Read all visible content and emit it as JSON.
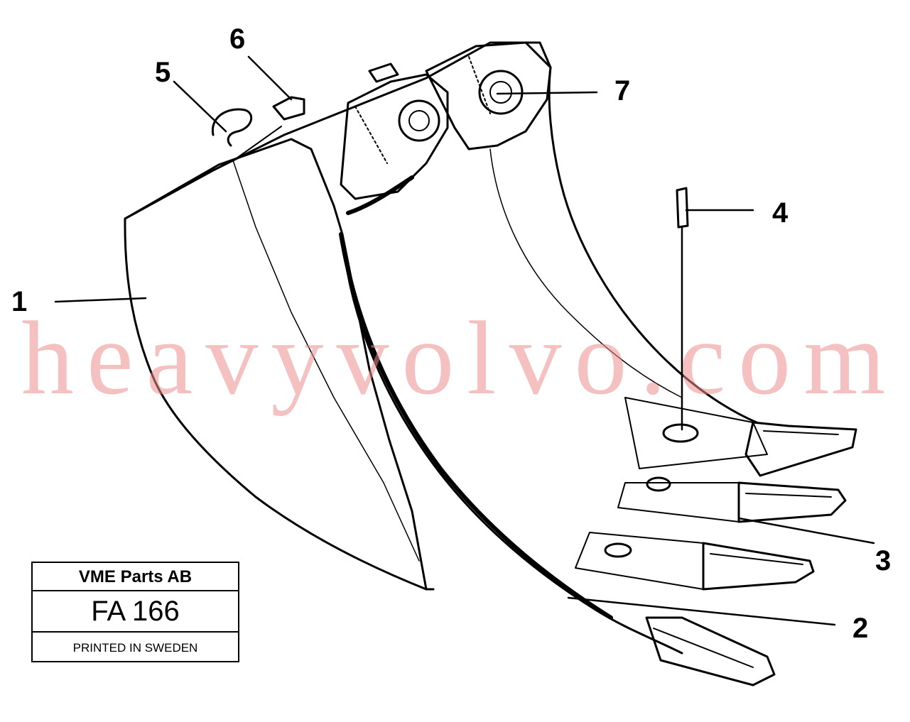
{
  "callouts": [
    {
      "id": "1",
      "label": "1"
    },
    {
      "id": "2",
      "label": "2"
    },
    {
      "id": "3",
      "label": "3"
    },
    {
      "id": "4",
      "label": "4"
    },
    {
      "id": "5",
      "label": "5"
    },
    {
      "id": "6",
      "label": "6"
    },
    {
      "id": "7",
      "label": "7"
    }
  ],
  "watermark": "heavyvolvo.com",
  "stamp": {
    "company": "VME Parts AB",
    "code": "FA 166",
    "footer": "PRINTED IN SWEDEN"
  },
  "colors": {
    "line": "#000000",
    "watermark": "#ec8c8c"
  }
}
